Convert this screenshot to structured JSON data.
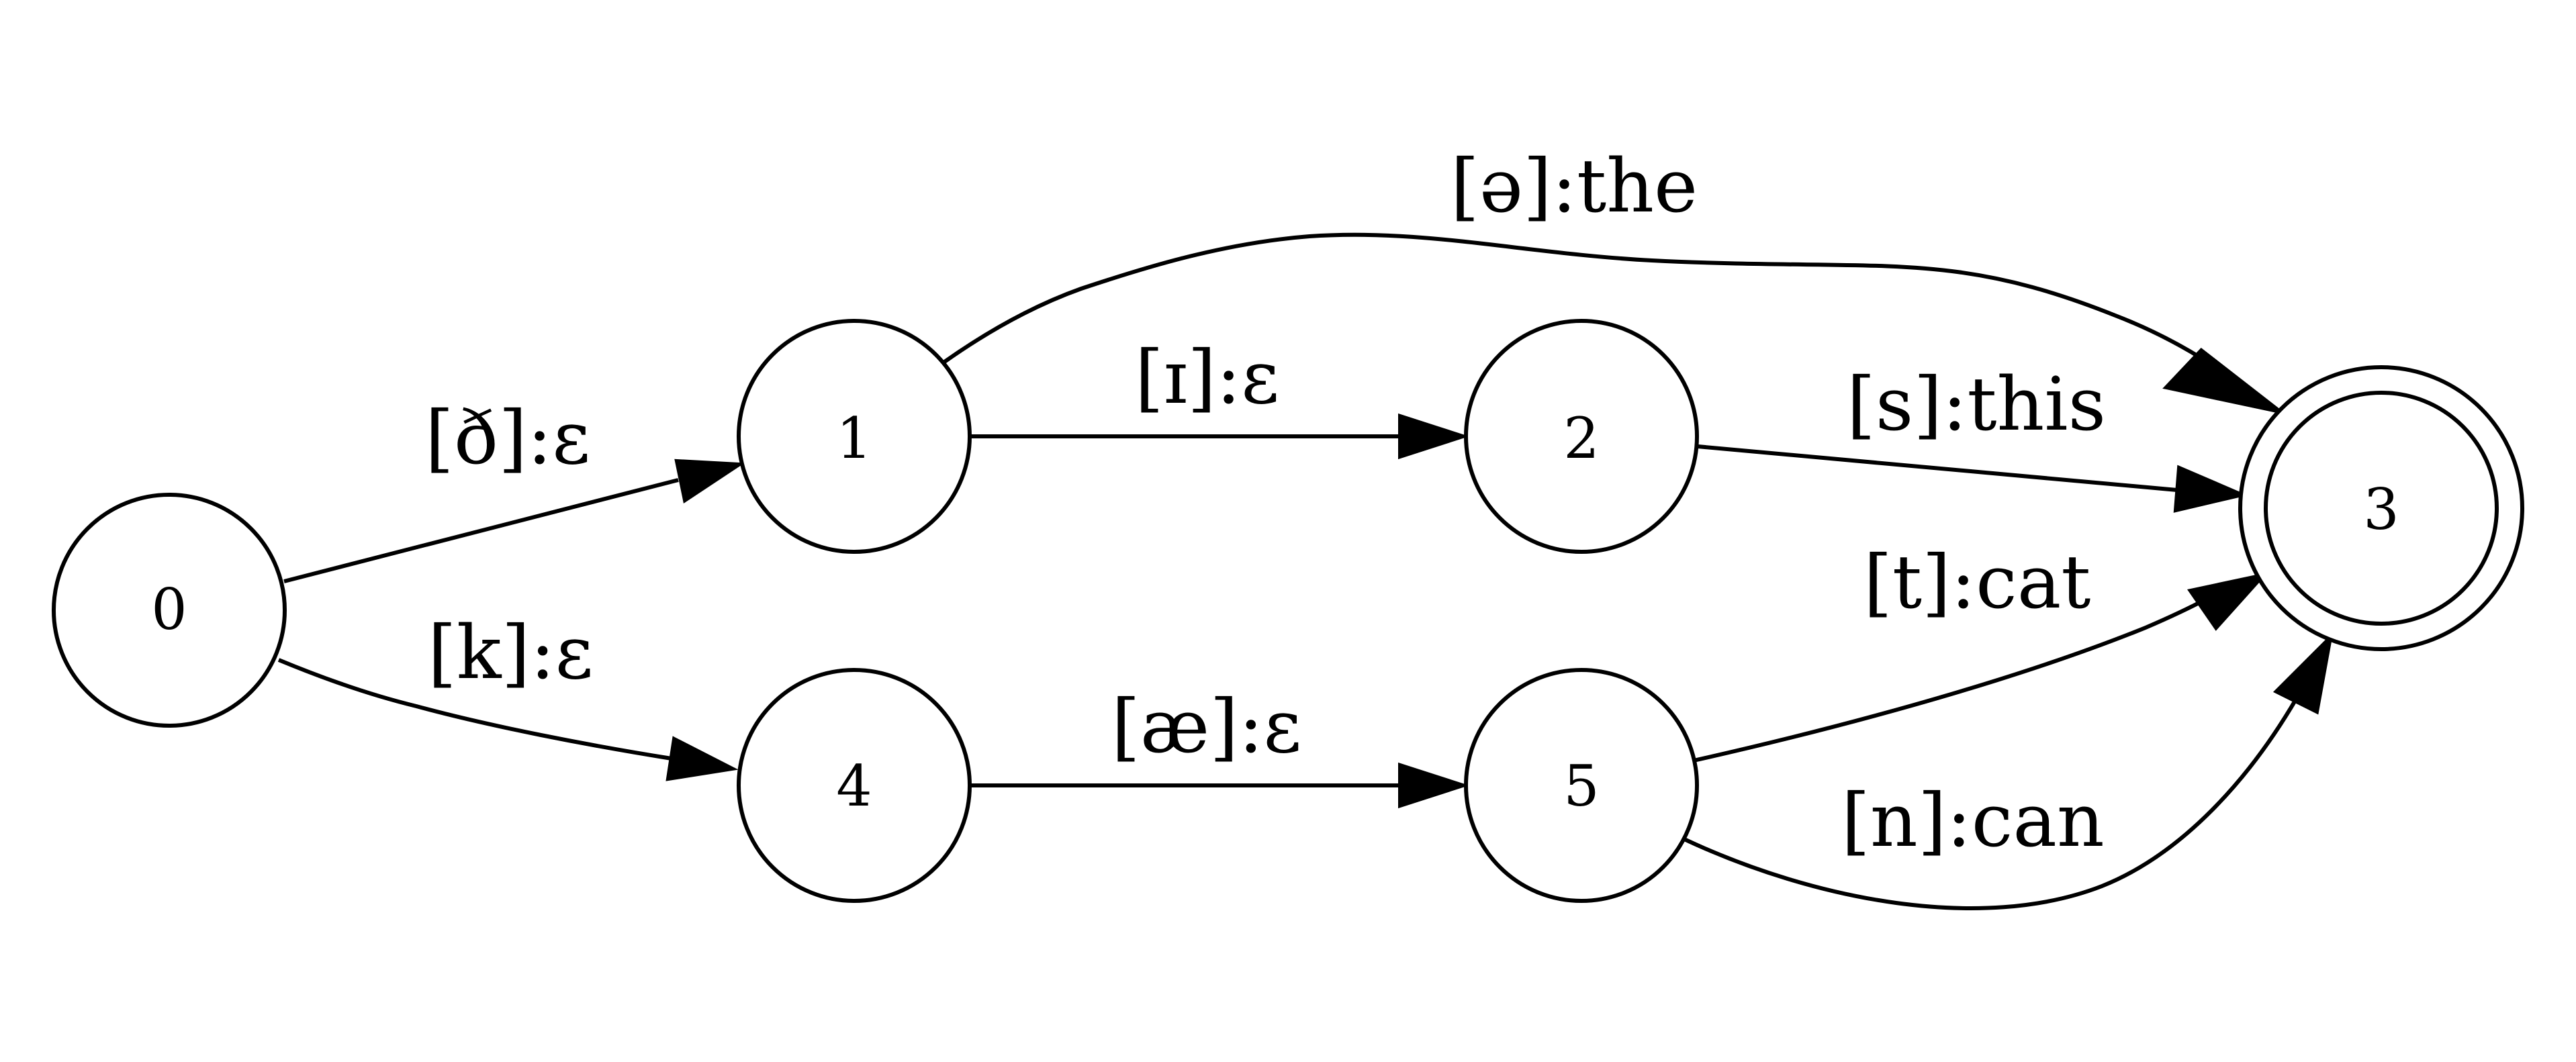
{
  "nodes": [
    {
      "id": "0",
      "label": "0",
      "final": false
    },
    {
      "id": "1",
      "label": "1",
      "final": false
    },
    {
      "id": "2",
      "label": "2",
      "final": false
    },
    {
      "id": "3",
      "label": "3",
      "final": true
    },
    {
      "id": "4",
      "label": "4",
      "final": false
    },
    {
      "id": "5",
      "label": "5",
      "final": false
    }
  ],
  "edges": [
    {
      "from": "0",
      "to": "1",
      "label": "[ð]:ε"
    },
    {
      "from": "0",
      "to": "4",
      "label": "[k]:ε"
    },
    {
      "from": "1",
      "to": "2",
      "label": "[ɪ]:ε"
    },
    {
      "from": "1",
      "to": "3",
      "label": "[ə]:the"
    },
    {
      "from": "2",
      "to": "3",
      "label": "[s]:this"
    },
    {
      "from": "4",
      "to": "5",
      "label": "[æ]:ε"
    },
    {
      "from": "5",
      "to": "3",
      "label": "[t]:cat"
    },
    {
      "from": "5",
      "to": "3",
      "label": "[n]:can"
    }
  ]
}
